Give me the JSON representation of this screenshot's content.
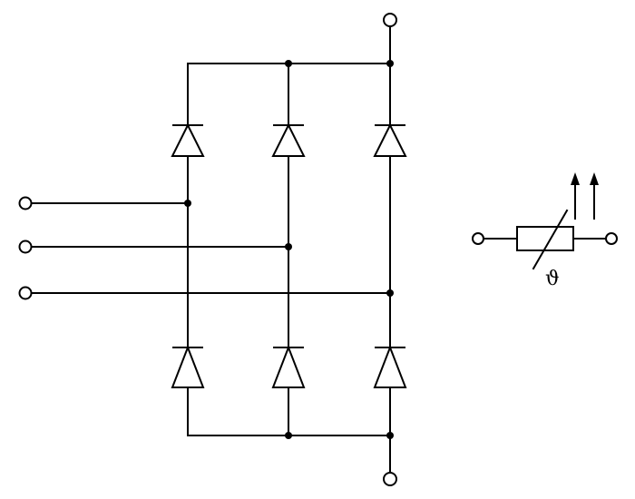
{
  "diagram": {
    "description_free": true,
    "bridge": {
      "columns": 3,
      "diodes_per_column": 2,
      "input_terminals": 3,
      "output_terminals": 2
    },
    "sensor_component": {
      "temperature_symbol": "ϑ",
      "arrows": 2
    }
  }
}
